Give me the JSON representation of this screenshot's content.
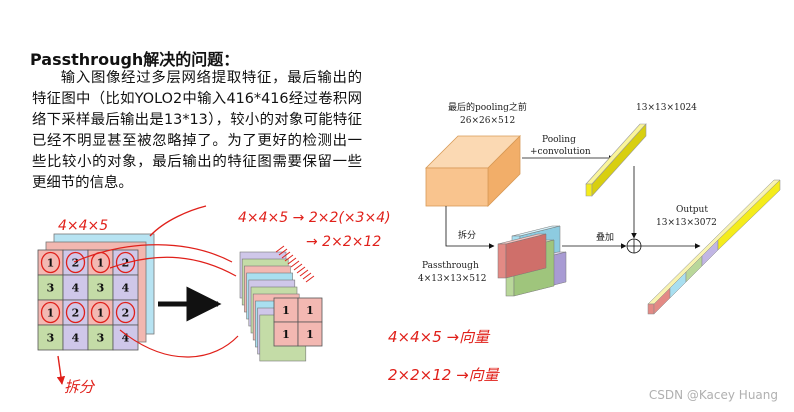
{
  "heading": "Passthrough解决的问题：",
  "paragraph": "输入图像经过多层网络提取特征，最后输出的特征图中（比如YOLO2中输入416*416经过卷积网络下采样最后输出是13*13），较小的对象可能特征已经不明显甚至被忽略掉了。为了更好的检测出一些比较小的对象，最后输出的特征图需要保留一些更细节的信息。",
  "left_diagram": {
    "grid_numbers": [
      "1",
      "2",
      "1",
      "2",
      "3",
      "4",
      "3",
      "4",
      "1",
      "2",
      "1",
      "2",
      "3",
      "4",
      "3",
      "4"
    ],
    "small_grid_numbers": [
      "1",
      "1",
      "1",
      "1"
    ],
    "annotations": {
      "top": "4×4×5",
      "bottom": "拆分",
      "middle_1": "4×4×5 → 2×2(×3×4)",
      "middle_2": "→ 2×2×12",
      "bottom_1": "4×4×5 →向量",
      "bottom_2": "2×2×12 →向量"
    }
  },
  "right_diagram": {
    "top_left_label_1": "最后的pooling之前",
    "top_left_label_2": "26×26×512",
    "top_right_label": "13×13×1024",
    "pooling_label_1": "Pooling",
    "pooling_label_2": "+convolution",
    "split_label": "拆分",
    "stack_label": "叠加",
    "passthrough_label_1": "Passthrough",
    "passthrough_label_2": "4×13×13×512",
    "output_label_1": "Output",
    "output_label_2": "13×13×3072"
  },
  "watermark": "CSDN @Kacey Huang",
  "colors": {
    "cube_orange": "#f9c48e",
    "bar_yellow": "#f4ec1c",
    "bar_red": "#e38a85",
    "bar_blue": "#a9dff0",
    "bar_green": "#b9d79a",
    "bar_purple": "#c1b6e4",
    "annotation_red": "#e0201a",
    "cell_purple": "#cfc7e9",
    "cell_green": "#c4dca7",
    "cell_pink": "#f3b8b2"
  }
}
